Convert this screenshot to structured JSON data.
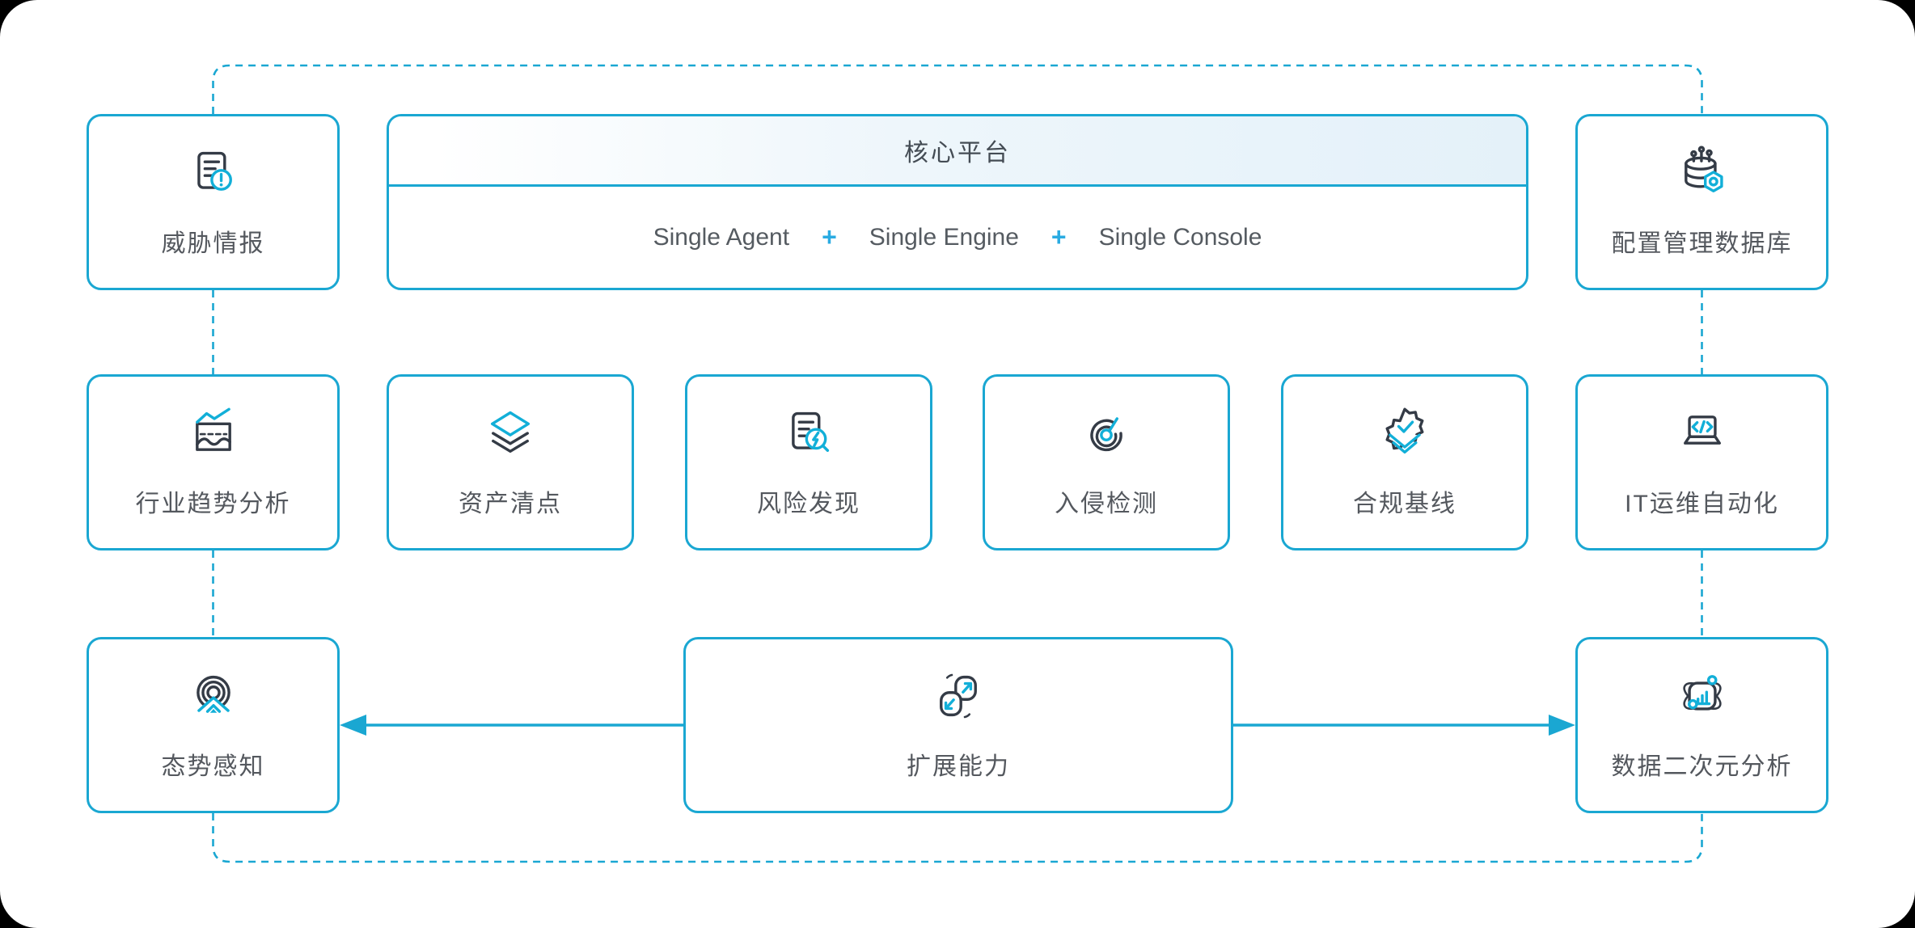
{
  "colors": {
    "accent": "#1aa7d2",
    "icon_dark": "#343b46",
    "icon_accent": "#12afd8",
    "label_text": "#54585e",
    "header_gradient_end": "#e4f1f9"
  },
  "row1": {
    "threat_intel": {
      "label": "威胁情报",
      "icon": "document-alert-icon"
    },
    "core": {
      "title": "核心平台",
      "agent": "Single Agent",
      "plus": "+",
      "engine": "Single Engine",
      "console": "Single Console"
    },
    "cmdb": {
      "label": "配置管理数据库",
      "icon": "database-gear-icon"
    }
  },
  "row2": [
    {
      "label": "行业趋势分析",
      "icon": "trend-chart-icon"
    },
    {
      "label": "资产清点",
      "icon": "layers-icon"
    },
    {
      "label": "风险发现",
      "icon": "document-search-bolt-icon"
    },
    {
      "label": "入侵检测",
      "icon": "radar-icon"
    },
    {
      "label": "合规基线",
      "icon": "badge-check-icon"
    },
    {
      "label": "IT运维自动化",
      "icon": "laptop-code-icon"
    }
  ],
  "row3": {
    "situational_awareness": {
      "label": "态势感知",
      "icon": "target-chevron-icon"
    },
    "extension": {
      "label": "扩展能力",
      "icon": "expand-link-icon"
    },
    "data_analysis": {
      "label": "数据二次元分析",
      "icon": "orbit-chart-icon"
    }
  }
}
